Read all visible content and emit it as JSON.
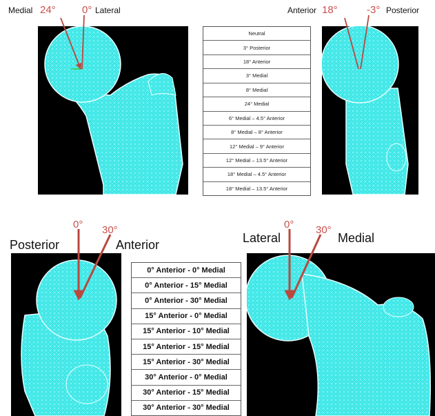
{
  "top_left": {
    "medial": "Medial",
    "lateral": "Lateral",
    "deg_a": "24°",
    "deg_b": "0°"
  },
  "top_right": {
    "anterior": "Anterior",
    "posterior": "Posterior",
    "deg_a": "18°",
    "deg_b": "-3°"
  },
  "bottom_left": {
    "posterior": "Posterior",
    "anterior": "Anterior",
    "deg_a": "0°",
    "deg_b": "30°"
  },
  "bottom_right": {
    "lateral": "Lateral",
    "medial": "Medial",
    "deg_a": "0°",
    "deg_b": "30°"
  },
  "table_top": [
    "Neutral",
    "3° Posterior",
    "18° Anterior",
    "3° Medial",
    "8° Medial",
    "24° Medial",
    "6° Medial – 4.5° Anterior",
    "8° Medial – 8° Anterior",
    "12° Medial – 9° Anterior",
    "12° Medial – 13.5° Anterior",
    "18° Medial – 4.5° Anterior",
    "18° Medial – 13.5° Anterior"
  ],
  "table_bottom": [
    "0° Anterior - 0° Medial",
    "0° Anterior - 15° Medial",
    "0° Anterior - 30° Medial",
    "15° Anterior - 0° Medial",
    "15° Anterior - 10° Medial",
    "15° Anterior - 15° Medial",
    "15° Anterior - 30° Medial",
    "30° Anterior - 0° Medial",
    "30° Anterior - 15° Medial",
    "30° Anterior - 30° Medial"
  ],
  "colors": {
    "mesh": "#2de0e0",
    "arrow": "#b9483f",
    "background": "#000000"
  }
}
